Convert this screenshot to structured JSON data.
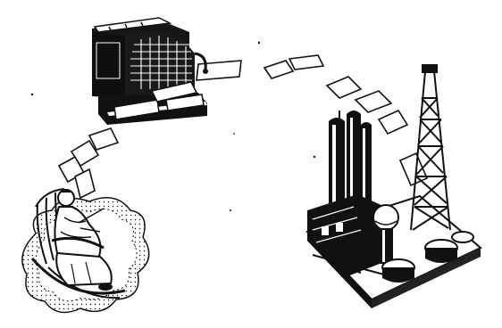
{
  "diagram": {
    "type": "flow-cycle",
    "nodes": [
      {
        "id": "cash-register",
        "icon": "cash-register-icon"
      },
      {
        "id": "oil-refinery",
        "icon": "oil-refinery-icon"
      },
      {
        "id": "woman-in-rocking-chair",
        "icon": "rocking-chair-woman-icon"
      }
    ],
    "flows": [
      {
        "from": "cash-register",
        "to": "oil-refinery",
        "item": "paper-slip-icon",
        "count": 7
      },
      {
        "from": "woman-in-rocking-chair",
        "to": "cash-register",
        "item": "paper-slip-icon",
        "count": 5
      }
    ],
    "colors": {
      "ink": "#111111",
      "paper": "#ffffff"
    }
  }
}
